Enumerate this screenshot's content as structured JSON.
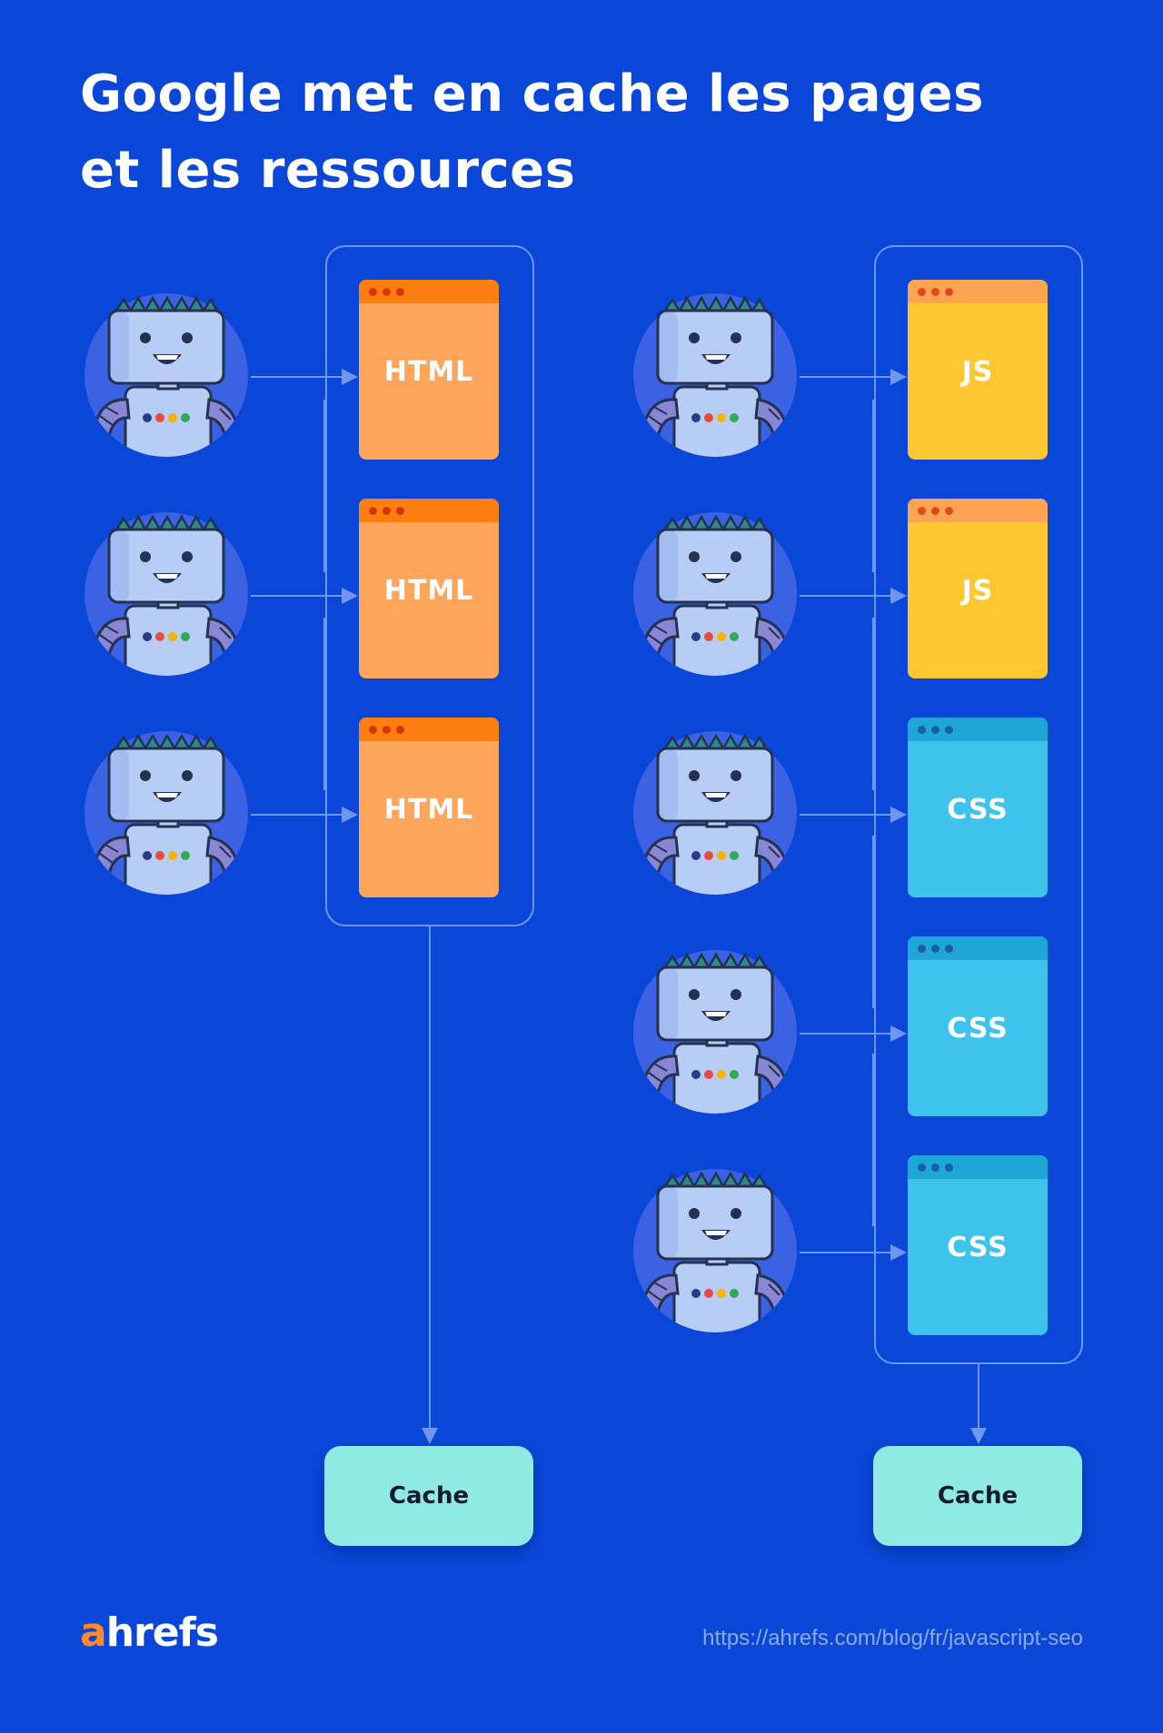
{
  "title": {
    "line1": "Google met en cache les pages",
    "line2": "et les ressources"
  },
  "left_group": {
    "files": [
      {
        "label": "HTML",
        "type": "html"
      },
      {
        "label": "HTML",
        "type": "html"
      },
      {
        "label": "HTML",
        "type": "html"
      }
    ],
    "cache_label": "Cache"
  },
  "right_group": {
    "files": [
      {
        "label": "JS",
        "type": "js"
      },
      {
        "label": "JS",
        "type": "js"
      },
      {
        "label": "CSS",
        "type": "css"
      },
      {
        "label": "CSS",
        "type": "css"
      },
      {
        "label": "CSS",
        "type": "css"
      }
    ],
    "cache_label": "Cache"
  },
  "footer": {
    "logo_a": "a",
    "logo_rest": "hrefs",
    "url": "https://ahrefs.com/blog/fr/javascript-seo"
  },
  "colors": {
    "background": "#0a47d9",
    "html": "#fda55a",
    "js": "#fdc731",
    "css": "#3ec3ec",
    "cache": "#8feae4"
  },
  "icons": [
    "googlebot-robot-icon",
    "browser-window-icon"
  ]
}
